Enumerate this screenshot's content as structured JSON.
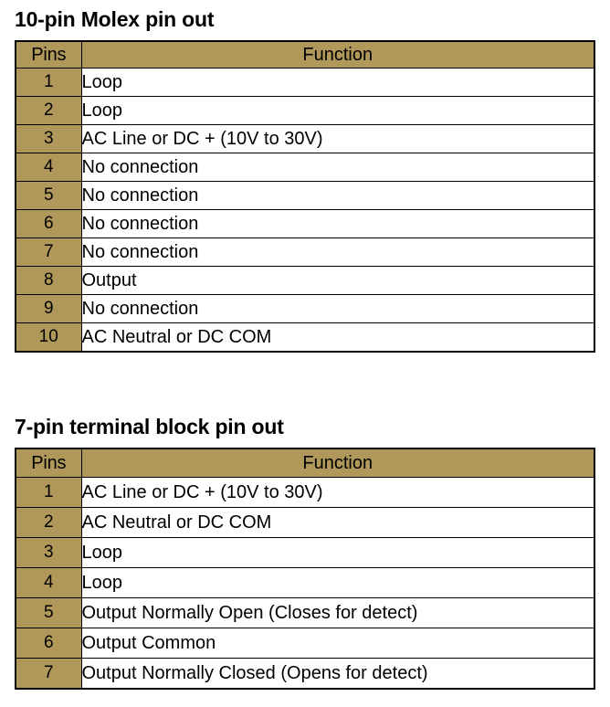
{
  "document": {
    "background_color": "#ffffff",
    "text_color": "#000000",
    "accent_color": "#b0975a",
    "border_color": "#000000"
  },
  "sections": [
    {
      "heading": "10-pin Molex pin out",
      "table": {
        "columns": [
          "Pins",
          "Function"
        ],
        "rows": [
          {
            "pin": "1",
            "function": "Loop"
          },
          {
            "pin": "2",
            "function": "Loop"
          },
          {
            "pin": "3",
            "function": "AC Line or DC + (10V to 30V)"
          },
          {
            "pin": "4",
            "function": "No connection"
          },
          {
            "pin": "5",
            "function": "No connection"
          },
          {
            "pin": "6",
            "function": "No connection"
          },
          {
            "pin": "7",
            "function": "No connection"
          },
          {
            "pin": "8",
            "function": "Output"
          },
          {
            "pin": "9",
            "function": "No connection"
          },
          {
            "pin": "10",
            "function": "AC Neutral or DC COM"
          }
        ]
      }
    },
    {
      "heading": "7-pin terminal block pin out",
      "table": {
        "columns": [
          "Pins",
          "Function"
        ],
        "rows": [
          {
            "pin": "1",
            "function": "AC Line or DC + (10V to 30V)"
          },
          {
            "pin": "2",
            "function": "AC Neutral or DC COM"
          },
          {
            "pin": "3",
            "function": "Loop"
          },
          {
            "pin": "4",
            "function": "Loop"
          },
          {
            "pin": "5",
            "function": "Output Normally Open (Closes for detect)"
          },
          {
            "pin": "6",
            "function": "Output Common"
          },
          {
            "pin": "7",
            "function": "Output Normally Closed (Opens for detect)"
          }
        ]
      }
    }
  ]
}
